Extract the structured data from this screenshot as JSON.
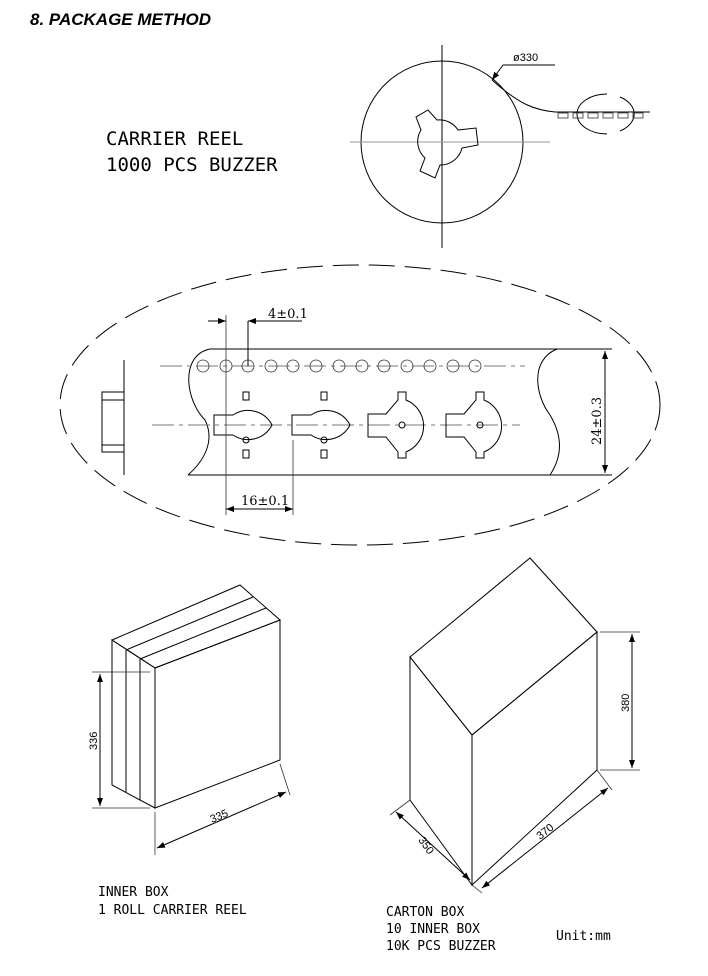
{
  "section_title": "8. PACKAGE METHOD",
  "reel": {
    "label_line1": "CARRIER REEL",
    "label_line2": "1000 PCS BUZZER",
    "diameter": "ø330"
  },
  "tape": {
    "hole_pitch": "4±0.1",
    "pocket_pitch": "16±0.1",
    "width": "24±0.3"
  },
  "inner_box": {
    "height": "336",
    "width": "335",
    "label_line1": "INNER BOX",
    "label_line2": "1 ROLL CARRIER REEL"
  },
  "carton": {
    "height": "380",
    "length": "370",
    "depth": "350",
    "label_line1": "CARTON BOX",
    "label_line2": "10 INNER BOX",
    "label_line3": "10K PCS BUZZER"
  },
  "unit": "Unit:mm"
}
